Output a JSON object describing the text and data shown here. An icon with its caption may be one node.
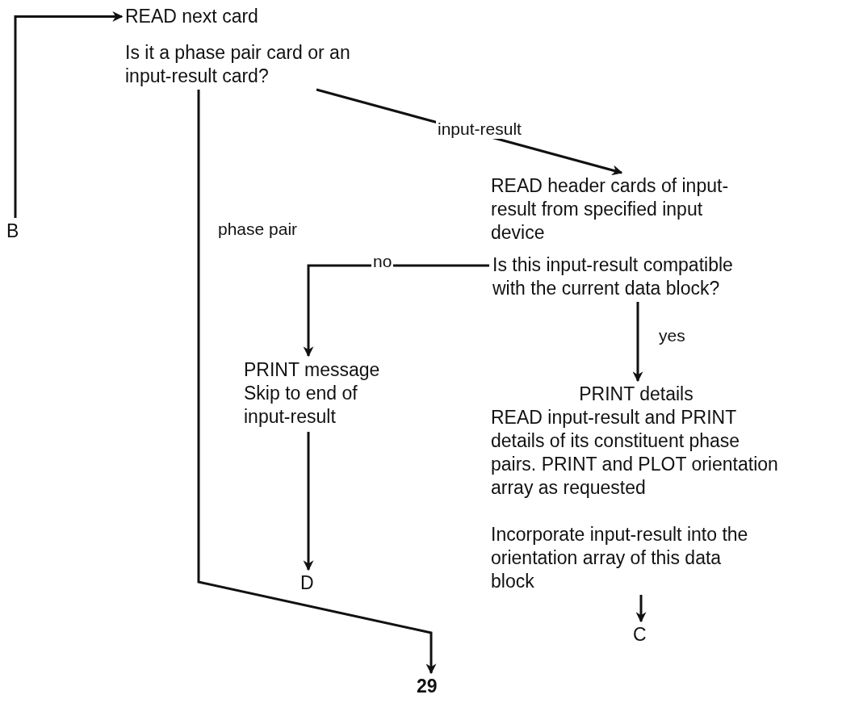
{
  "diagram": {
    "nodes": [
      {
        "text": [
          "READ next card"
        ]
      },
      {
        "text": [
          "Is it a phase pair card or an input-result card?"
        ]
      },
      {
        "text": [
          "B"
        ]
      },
      {
        "text": [
          "READ header cards of input-result from specified input device"
        ]
      },
      {
        "text": [
          "Is this input-result compatible with the current data block?"
        ]
      },
      {
        "text": [
          "PRINT message Skip to end of input-result"
        ]
      },
      {
        "text": [
          "D"
        ]
      },
      {
        "text": [
          "PRINT details",
          "READ input-result and PRINT details of its constituent phase pairs. PRINT and PLOT orientation array as requested"
        ]
      },
      {
        "text": [
          "Incorporate input-result into the orientation array of this data block"
        ]
      },
      {
        "text": [
          "C"
        ]
      },
      {
        "text": [
          "29"
        ]
      }
    ],
    "edges": [
      {
        "from": 2,
        "to": 0,
        "arrow": "to"
      },
      {
        "from": 1,
        "to": 3,
        "arrow": "to",
        "label": "input-result"
      },
      {
        "from": 1,
        "to": 10,
        "arrow": "to",
        "label": "phase pair"
      },
      {
        "from": 4,
        "to": 5,
        "arrow": "to",
        "label": "no"
      },
      {
        "from": 4,
        "to": 7,
        "arrow": "to",
        "label": "yes"
      },
      {
        "from": 5,
        "to": 6,
        "arrow": "to"
      },
      {
        "from": 8,
        "to": 9,
        "arrow": "to"
      }
    ]
  }
}
